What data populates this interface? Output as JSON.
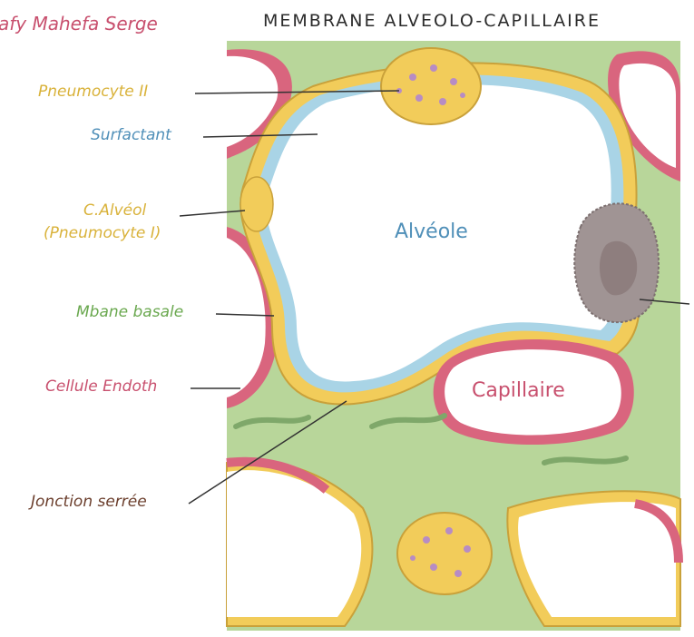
{
  "header": {
    "author": "afy Mahefa Serge",
    "title": "MEMBRANE ALVEOLO-CAPILLAIRE"
  },
  "labels": {
    "pneumocyte_ii": "Pneumocyte II",
    "surfactant": "Surfactant",
    "c_alveol_line1": "C.Alvéol",
    "c_alveol_line2": "(Pneumocyte I)",
    "mbane_basale": "Mbane basale",
    "cellule_endoth": "Cellule Endoth",
    "jonction_serree": "Jonction serrée",
    "alveole": "Alvéole",
    "capillaire": "Capillaire"
  },
  "colors": {
    "interstitium": "#b8d69a",
    "pneumocyte": "#f2cc5a",
    "surfactant": "#a9d4e6",
    "endothelium": "#d9657e",
    "endothelium_light": "#f0a6b5",
    "macrophage": "#a09494",
    "label_yellow": "#d9b23a",
    "label_blue": "#4f8fb8",
    "label_green": "#6aa84f",
    "label_pink": "#c8506e",
    "label_brown": "#6b3e2c"
  }
}
